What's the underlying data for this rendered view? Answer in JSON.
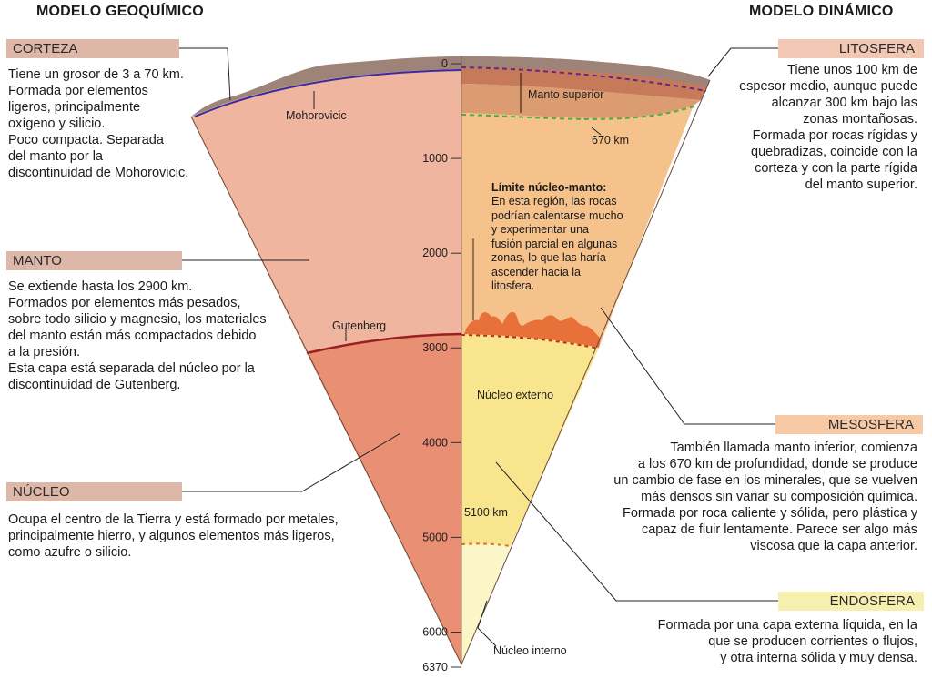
{
  "titles": {
    "left": "MODELO GEOQUÍMICO",
    "right": "MODELO DINÁMICO"
  },
  "left_layers": [
    {
      "name": "CORTEZA",
      "text": "Tiene un grosor de 3 a 70 km.\nFormada por elementos\nligeros, principalmente\noxígeno y silicio.\nPoco compacta. Separada\ndel manto por la\ndiscontinuidad de Mohorovicic."
    },
    {
      "name": "MANTO",
      "text": "Se extiende hasta los 2900 km.\nFormados por elementos más pesados,\nsobre todo silicio y magnesio, los materiales\ndel manto están más compactados debido\na la presión.\nEsta capa está separada del núcleo por la\ndiscontinuidad de Gutenberg."
    },
    {
      "name": "NÚCLEO",
      "text": "Ocupa el centro de la Tierra y está formado por metales,\nprincipalmente hierro, y algunos elementos más ligeros,\ncomo azufre o silicio."
    }
  ],
  "right_layers": [
    {
      "name": "LITOSFERA",
      "text": "Tiene unos 100 km de\nespesor medio, aunque puede\nalcanzar 300 km bajo las\nzonas montañosas.\nFormada por rocas rígidas y\nquebradizas, coincide con la\ncorteza y con la parte rígida\ndel manto superior."
    },
    {
      "name": "MESOSFERA",
      "text": "También llamada manto inferior, comienza\na los 670 km  de profundidad, donde se produce\nun cambio de fase en los minerales, que se vuelven\nmás densos sin variar su composición química.\nFormada por roca caliente y sólida, pero plástica y\ncapaz de fluir lentamente. Parece ser algo más\nviscosa que la capa anterior."
    },
    {
      "name": "ENDOSFERA",
      "text": "Formada por una capa externa líquida, en la\nque se producen corrientes o flujos,\ny otra interna sólida y muy densa."
    }
  ],
  "diagram_labels": {
    "moho": "Mohorovicic",
    "gutenberg": "Gutenberg",
    "manto_superior": "Manto superior",
    "km670": "670 km",
    "km5100": "5100 km",
    "nucleo_externo": "Núcleo externo",
    "nucleo_interno": "Núcleo interno"
  },
  "boundary": {
    "title": "Límite núcleo-manto:",
    "text": "En esta región, las rocas\npodrían calentarse mucho\ny experimentar una\nfusión parcial en algunas\nzonas, lo que las haría\nascender hacia la\nlitosfera."
  },
  "depth_ticks": [
    {
      "depth": 0,
      "label": "0"
    },
    {
      "depth": 1000,
      "label": "1000"
    },
    {
      "depth": 2000,
      "label": "2000"
    },
    {
      "depth": 3000,
      "label": "3000"
    },
    {
      "depth": 4000,
      "label": "4000"
    },
    {
      "depth": 5000,
      "label": "5000"
    },
    {
      "depth": 6000,
      "label": "6000"
    },
    {
      "depth": 6370,
      "label": "6370"
    }
  ],
  "colors": {
    "crust": "#9e8478",
    "mantle": "#f0b59e",
    "core_left": "#e88f74",
    "lithosphere": "#c77a5a",
    "upper_mantle": "#dc9c72",
    "mesosphere": "#f5c28c",
    "outer_core": "#f9e58e",
    "inner_core": "#fbf6c8",
    "moho_line": "#3a2aa0",
    "gutenberg_line": "#9c1f1f",
    "green_dash": "#4cae3c",
    "dashed_core": "#d6762a"
  }
}
